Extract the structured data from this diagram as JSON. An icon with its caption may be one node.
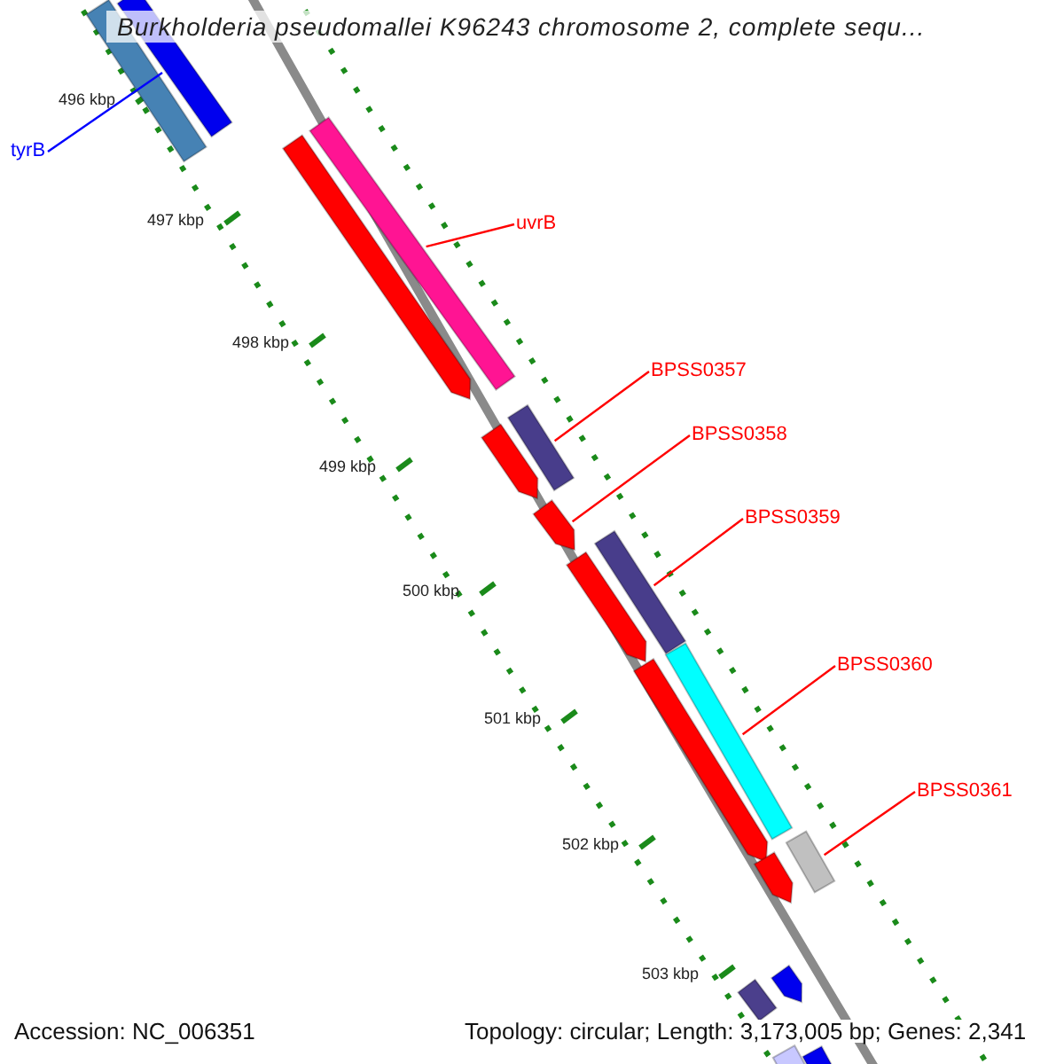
{
  "diagram": {
    "title": "Burkholderia pseudomallei K96243 chromosome 2, complete sequ...",
    "nodes": [
      {
        "text": [
          "tyrB"
        ]
      },
      {
        "text": [],
        "shape": "bar"
      },
      {
        "text": [
          "uvrB"
        ]
      },
      {
        "text": [],
        "shape": "bar"
      },
      {
        "text": [
          "BPSS0357"
        ]
      },
      {
        "text": [],
        "shape": "bar"
      },
      {
        "text": [
          "BPSS0358"
        ]
      },
      {
        "text": [],
        "shape": "pentagon"
      },
      {
        "text": [
          "BPSS0359"
        ]
      },
      {
        "text": [],
        "shape": "bar"
      },
      {
        "text": [
          "BPSS0360"
        ]
      },
      {
        "text": [],
        "shape": "bar"
      },
      {
        "text": [
          "BPSS0361"
        ]
      },
      {
        "text": [],
        "shape": "bar"
      },
      {
        "text": [],
        "shape": "bar"
      },
      {
        "text": [],
        "shape": "pentagon"
      },
      {
        "text": [],
        "shape": "pentagon"
      },
      {
        "text": [],
        "shape": "pentagon"
      },
      {
        "text": [],
        "shape": "pentagon"
      },
      {
        "text": [],
        "shape": "pentagon"
      },
      {
        "text": [],
        "shape": "bar"
      },
      {
        "text": [],
        "shape": "pentagon"
      },
      {
        "text": [],
        "shape": "bar"
      },
      {
        "text": [],
        "shape": "bar"
      }
    ],
    "edges": [
      {
        "from": 0,
        "to": 1,
        "arrow": "none",
        "color": "#0000ff"
      },
      {
        "from": 2,
        "to": 3,
        "arrow": "none"
      },
      {
        "from": 4,
        "to": 5,
        "arrow": "none"
      },
      {
        "from": 6,
        "to": 7,
        "arrow": "none"
      },
      {
        "from": 8,
        "to": 9,
        "arrow": "none"
      },
      {
        "from": 10,
        "to": 11,
        "arrow": "none"
      },
      {
        "from": 12,
        "to": 13,
        "arrow": "none"
      }
    ],
    "labels": [
      "496 kbp",
      "497 kbp",
      "498 kbp",
      "499 kbp",
      "500 kbp",
      "501 kbp",
      "502 kbp",
      "503 kbp",
      "Accession: NC_006351",
      "Topology: circular; Length: 3,173,005 bp; Genes: 2,341"
    ]
  }
}
